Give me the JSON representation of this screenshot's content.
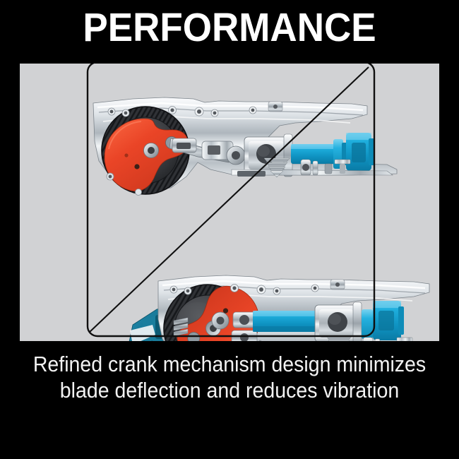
{
  "header": {
    "title": "PERFORMANCE"
  },
  "panel": {
    "name": "product-cutaway-illustration",
    "background_color": "#d1d2d4",
    "frame": {
      "name": "rounded-frame-box",
      "stroke_color": "#101010",
      "corner_radius": 14
    },
    "divider": {
      "name": "diagonal-split-line",
      "description": "diagonal line from top-right corner to bottom-left corner",
      "stroke_color": "#101010"
    },
    "illustrations": [
      {
        "name": "crank-mechanism-cutaway-upper",
        "position": "upper-left",
        "parts": [
          {
            "name": "bevel-gear",
            "color": "#3b3c40"
          },
          {
            "name": "red-crank-counterweight",
            "color": "#ea4527"
          },
          {
            "name": "chrome-housing",
            "color": "#c8cdd2"
          },
          {
            "name": "connecting-rod",
            "color": "#9aa1a8"
          },
          {
            "name": "blue-plunger-shaft",
            "color": "#17a6d6"
          },
          {
            "name": "blue-blade-clamp",
            "color": "#1190bd"
          },
          {
            "name": "base-plate-spring",
            "color": "#aeb5bc"
          }
        ]
      },
      {
        "name": "crank-mechanism-cutaway-lower",
        "position": "lower-right",
        "parts": [
          {
            "name": "bevel-gear",
            "color": "#3b3c40"
          },
          {
            "name": "red-crank-counterweight",
            "color": "#ea4527"
          },
          {
            "name": "chrome-housing",
            "color": "#c8cdd2"
          },
          {
            "name": "connecting-rod",
            "color": "#9aa1a8"
          },
          {
            "name": "blue-plunger-shaft",
            "color": "#17a6d6"
          },
          {
            "name": "blue-blade-clamp",
            "color": "#1190bd"
          },
          {
            "name": "teal-shoe-housing",
            "color": "#16718f"
          },
          {
            "name": "base-plate-spring",
            "color": "#aeb5bc"
          }
        ]
      }
    ]
  },
  "caption": {
    "line1": "Refined crank mechanism design minimizes",
    "line2": "blade deflection and reduces vibration"
  },
  "colors": {
    "background": "#000000",
    "text": "#ffffff",
    "panel_gray": "#d1d2d4",
    "accent_red": "#ea4527",
    "accent_blue": "#17a6d6",
    "accent_teal": "#16718f",
    "gear_dark": "#3b3c40",
    "chrome_light": "#eef1f3"
  }
}
